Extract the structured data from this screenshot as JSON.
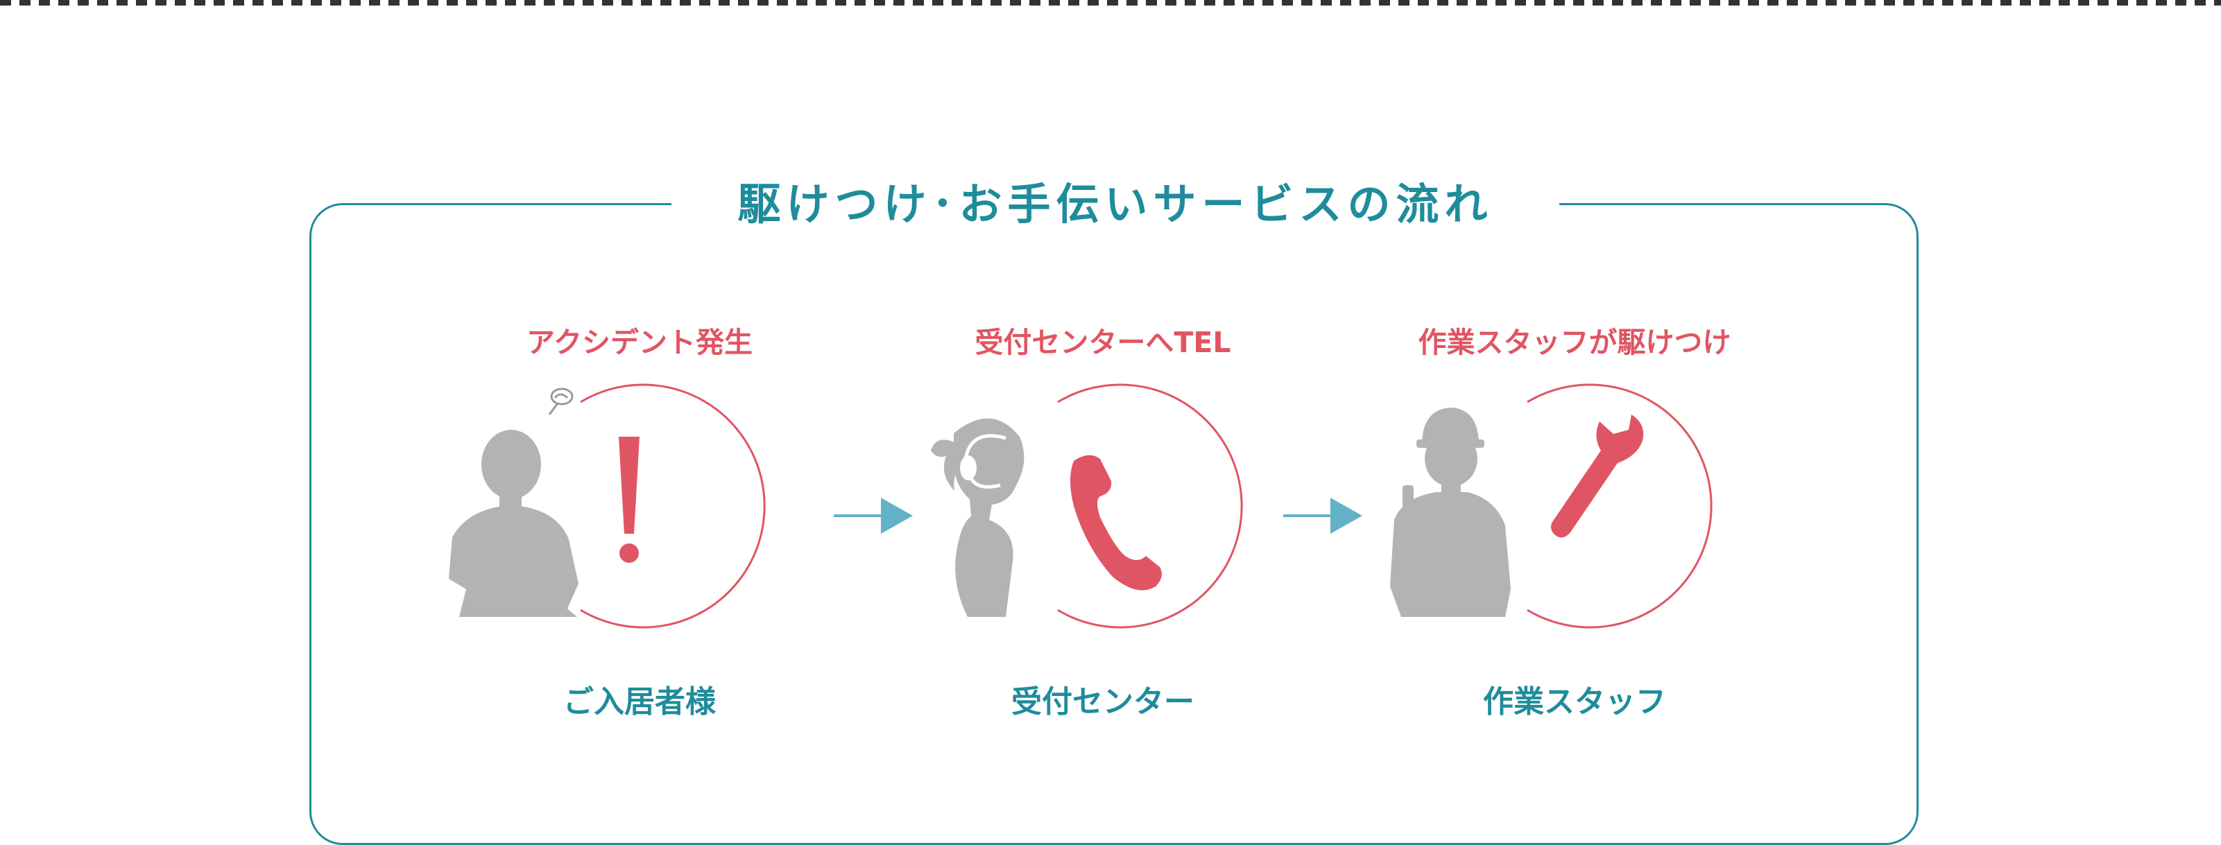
{
  "title": "駆けつけ･お手伝いサービスの流れ",
  "colors": {
    "teal": "#1f8c9c",
    "red": "#e05563",
    "silhouette": "#b3b3b3",
    "arrow": "#62b2c8"
  },
  "steps": [
    {
      "action": "アクシデント発生",
      "actor": "ご入居者様",
      "person_icon": "worried-person-icon",
      "symbol_icon": "exclamation-icon"
    },
    {
      "action": "受付センターへTEL",
      "actor": "受付センター",
      "person_icon": "operator-with-headset-icon",
      "symbol_icon": "phone-icon"
    },
    {
      "action": "作業スタッフが駆けつけ",
      "actor": "作業スタッフ",
      "person_icon": "worker-with-helmet-icon",
      "symbol_icon": "wrench-icon"
    }
  ]
}
